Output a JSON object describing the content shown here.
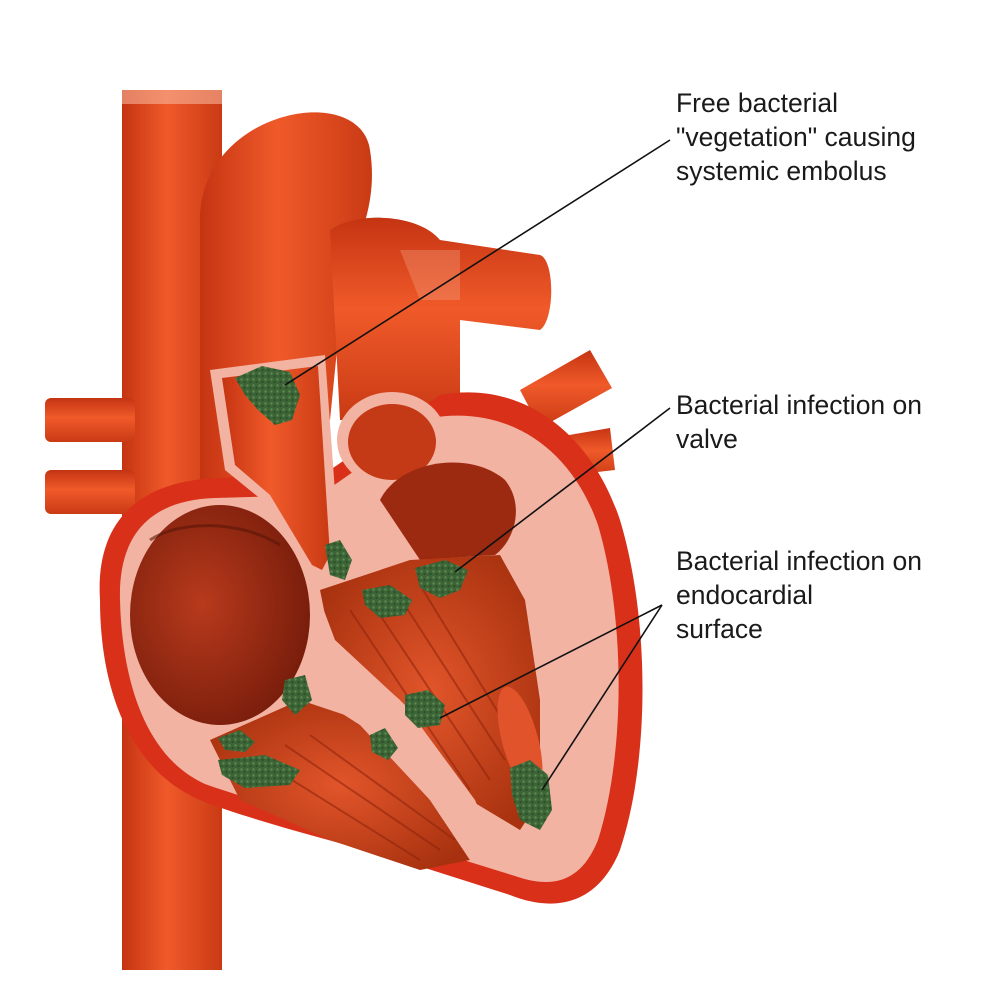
{
  "labels": {
    "embolus": {
      "lines": [
        "Free bacterial",
        "\"vegetation\" causing",
        "systemic embolus"
      ]
    },
    "valve": {
      "lines": [
        "Bacterial infection on",
        "valve"
      ]
    },
    "endocardial": {
      "lines": [
        "Bacterial infection on",
        "endocardial",
        "surface"
      ]
    }
  },
  "colors": {
    "vessel": "#e8461c",
    "vessel_dark": "#b8300f",
    "chamber_wall": "#f0a898",
    "chamber_interior": "#c63d1a",
    "pericardium": "#d9301a",
    "vegetation": "#3f6b3a",
    "leader_line": "#111111"
  },
  "icons": {
    "structure": "heart-cross-section"
  }
}
